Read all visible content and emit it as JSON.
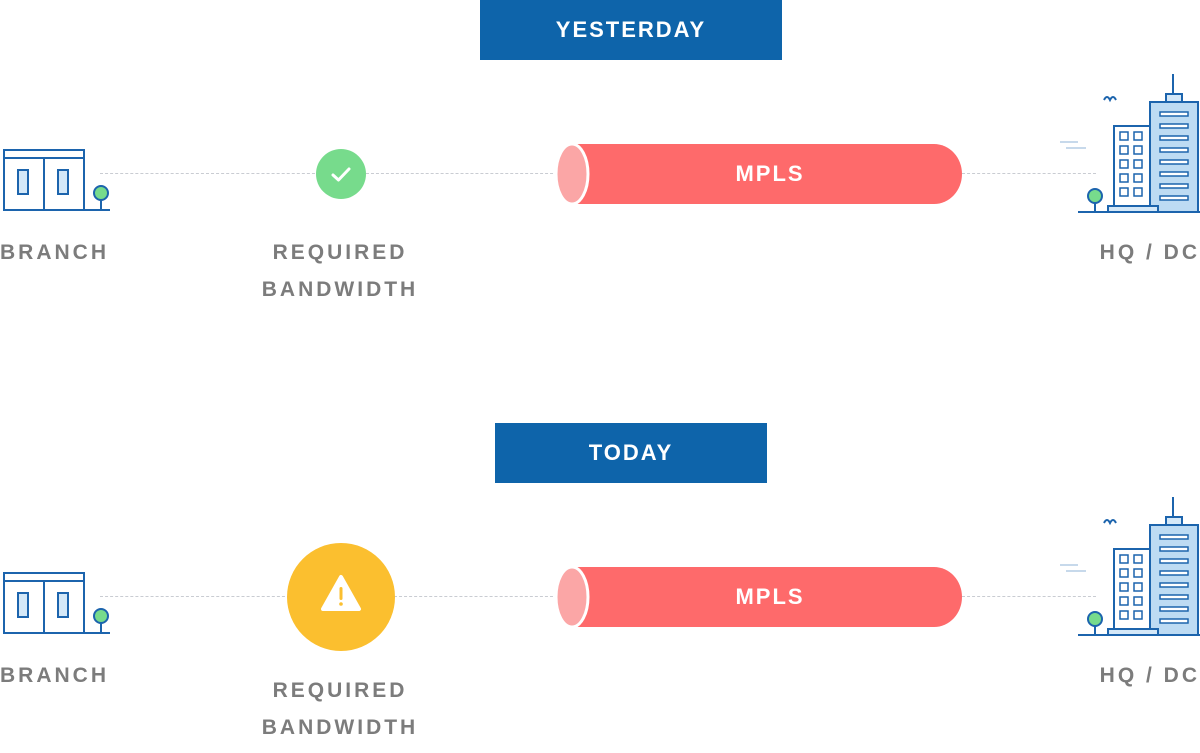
{
  "panels": [
    {
      "title": "YESTERDAY",
      "branch_label": "BRANCH",
      "bandwidth_label_line1": "REQUIRED",
      "bandwidth_label_line2": "BANDWIDTH",
      "bandwidth_status": "ok",
      "link_label": "MPLS",
      "hq_label": "HQ / DC"
    },
    {
      "title": "TODAY",
      "branch_label": "BRANCH",
      "bandwidth_label_line1": "REQUIRED",
      "bandwidth_label_line2": "BANDWIDTH",
      "bandwidth_status": "warning",
      "link_label": "MPLS",
      "hq_label": "HQ / DC"
    }
  ],
  "icons": {
    "branch": "branch-office-icon",
    "hq": "hq-datacenter-icon",
    "ok": "checkmark-icon",
    "warning": "warning-triangle-icon"
  },
  "colors": {
    "banner": "#0e64aa",
    "pipe": "#fe6a6b",
    "pipe_end": "#fba6a6",
    "ok": "#77db8c",
    "warning": "#fbbf2f",
    "label": "#7c7c7c",
    "icon_stroke": "#1c64ad"
  }
}
